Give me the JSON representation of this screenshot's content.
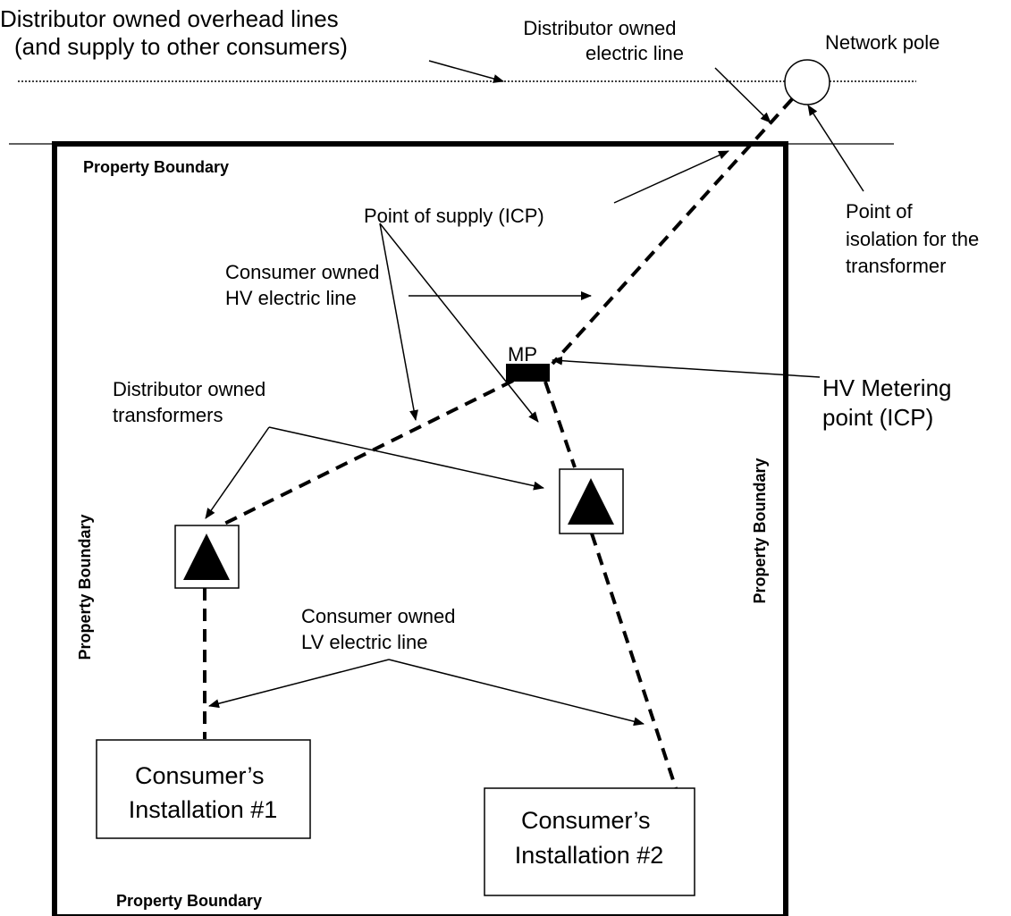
{
  "labels": {
    "overhead_lines": [
      "Distributor owned overhead lines",
      "(and supply to other consumers)"
    ],
    "distributor_line": [
      "Distributor owned",
      "electric line"
    ],
    "network_pole": "Network pole",
    "point_of_supply": "Point of supply (ICP)",
    "isolation": [
      "Point of",
      "isolation for the",
      "transformer"
    ],
    "hv_line": [
      "Consumer owned",
      "HV electric line"
    ],
    "metering_point": [
      "HV Metering",
      "point (ICP)"
    ],
    "mp": "MP",
    "transformers": [
      "Distributor owned",
      "transformers"
    ],
    "lv_line": [
      "Consumer owned",
      "LV electric line"
    ],
    "property_boundary": "Property Boundary"
  },
  "installations": [
    [
      "Consumer’s",
      "Installation #1"
    ],
    [
      "Consumer’s",
      "Installation #2"
    ]
  ]
}
